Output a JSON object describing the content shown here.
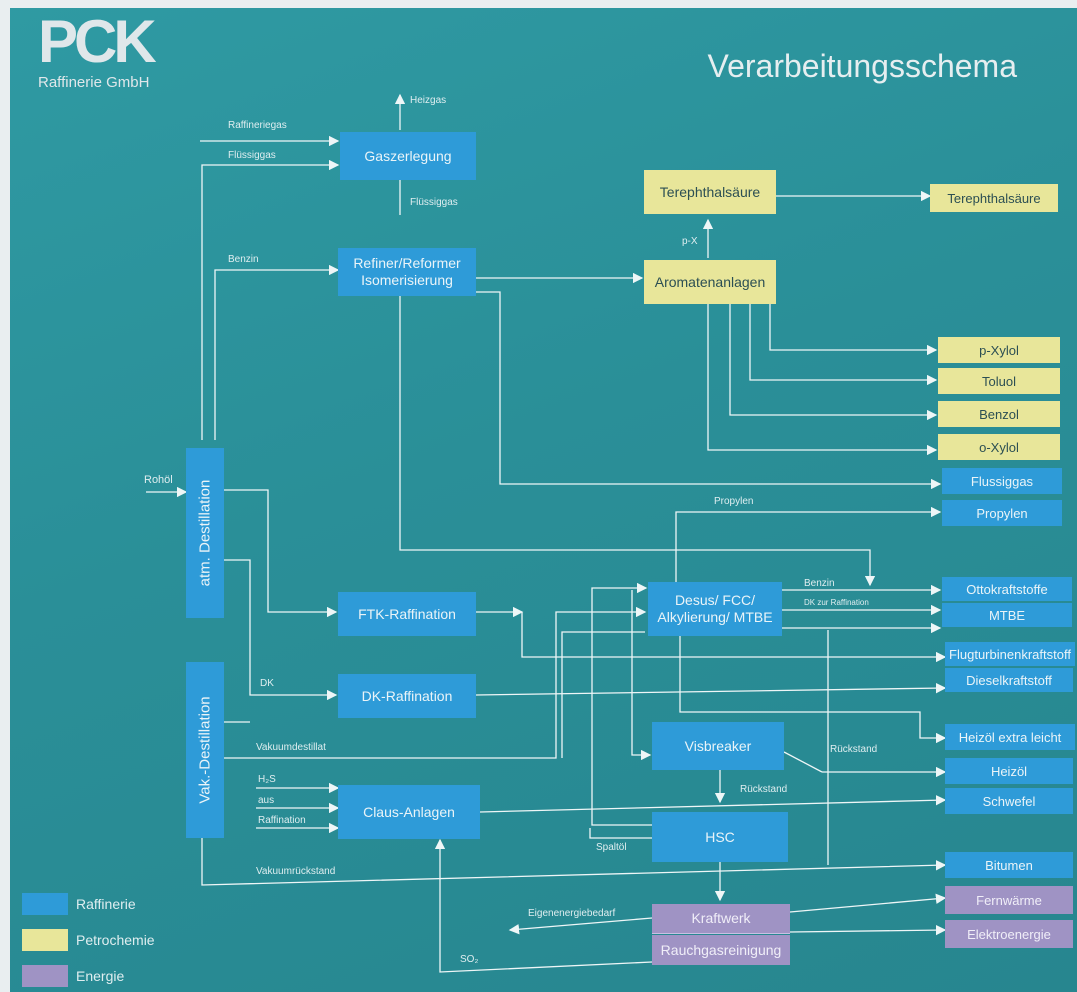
{
  "logo": {
    "main": "PCK",
    "sub": "Raffinerie GmbH"
  },
  "title": "Verarbeitungsschema",
  "boxes": {
    "gaszerlegung": "Gaszerlegung",
    "refiner": "Refiner/Reformer\nIsomerisierung",
    "terephthal_left": "Terephthalsäure",
    "aromaten": "Aromatenanlagen",
    "atm": "atm. Destillation",
    "vak": "Vak.-Destillation",
    "ftk": "FTK-Raffination",
    "dk": "DK-Raffination",
    "claus": "Claus-Anlagen",
    "desus": "Desus/ FCC/\nAlkylierung/ MTBE",
    "visbreaker": "Visbreaker",
    "hsc": "HSC",
    "kraftwerk": "Kraftwerk",
    "rauchgas": "Rauchgasreinigung"
  },
  "products": [
    {
      "label": "Terephthalsäure",
      "type": "petro"
    },
    {
      "label": "p-Xylol",
      "type": "petro"
    },
    {
      "label": "Toluol",
      "type": "petro"
    },
    {
      "label": "Benzol",
      "type": "petro"
    },
    {
      "label": "o-Xylol",
      "type": "petro"
    },
    {
      "label": "Flussiggas",
      "type": "raff"
    },
    {
      "label": "Propylen",
      "type": "raff"
    },
    {
      "label": "Ottokraftstoffe",
      "type": "raff"
    },
    {
      "label": "MTBE",
      "type": "raff"
    },
    {
      "label": "Flugturbinenkraftstoff",
      "type": "raff"
    },
    {
      "label": "Dieselkraftstoff",
      "type": "raff"
    },
    {
      "label": "Heizöl extra leicht",
      "type": "raff"
    },
    {
      "label": "Heizöl",
      "type": "raff"
    },
    {
      "label": "Schwefel",
      "type": "raff"
    },
    {
      "label": "Bitumen",
      "type": "raff"
    },
    {
      "label": "Fernwärme",
      "type": "energie"
    },
    {
      "label": "Elektroenergie",
      "type": "energie"
    }
  ],
  "flow_labels": {
    "raffineriegas": "Raffineriegas",
    "flussiggas_in": "Flüssiggas",
    "heizgas": "Heizgas",
    "flussiggas_out": "Flüssiggas",
    "benzin_in": "Benzin",
    "px": "p-X",
    "rohol": "Rohöl",
    "propylen": "Propylen",
    "benzin_out": "Benzin",
    "dk_raff": "DK zur Raffination",
    "dk": "DK",
    "vakuumdestillat": "Vakuumdestillat",
    "h2s": "H₂S",
    "aus": "aus",
    "raffination": "Raffination",
    "ruckstand1": "Rückstand",
    "ruckstand2": "Rückstand",
    "spaltol": "Spaltöl",
    "vakuumruckstand": "Vakuumrückstand",
    "eigenenergie": "Eigenenergiebedarf",
    "so2": "SO₂"
  },
  "legend": [
    {
      "label": "Raffinerie",
      "color": "#2e9bd8"
    },
    {
      "label": "Petrochemie",
      "color": "#e8e69a"
    },
    {
      "label": "Energie",
      "color": "#9f93c4"
    }
  ]
}
